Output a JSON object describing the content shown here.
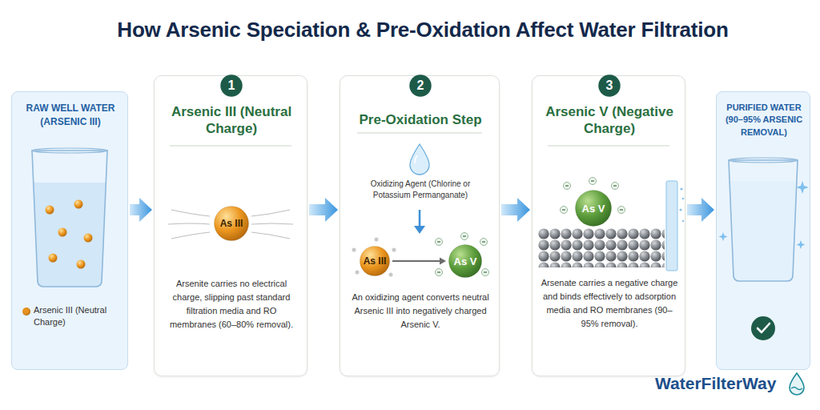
{
  "diagram": {
    "title": "How Arsenic Speciation & Pre-Oxidation Affect Water Filtration",
    "nodes": [
      {
        "text": [
          "RAW WELL WATER (ARSENIC III)"
        ]
      },
      {
        "text": [
          "Arsenic III (Neutral Charge)",
          "Arsenite carries no electrical charge, slipping past standard filtration media and RO membranes (60–80% removal)."
        ]
      },
      {
        "text": [
          "1"
        ],
        "in": 1
      },
      {
        "text": [
          "As III"
        ],
        "in": 1
      },
      {
        "text": [
          "Pre-Oxidation Step",
          "Oxidizing Agent (Chlorine or Potassium Permanganate)",
          "An oxidizing agent converts neutral Arsenic III into negatively charged Arsenic V."
        ]
      },
      {
        "text": [
          "2"
        ],
        "in": 4
      },
      {
        "text": [
          "As III"
        ],
        "in": 4
      },
      {
        "text": [
          "As V"
        ],
        "in": 4
      },
      {
        "text": [
          "Arsenic V (Negative Charge)",
          "Arsenate carries a negative charge and binds effectively to adsorption media and RO membranes (90–95% removal)."
        ]
      },
      {
        "text": [
          "3"
        ],
        "in": 8
      },
      {
        "text": [
          "As V"
        ],
        "in": 8
      },
      {
        "text": [
          "PURIFIED WATER (90–95% ARSENIC REMOVAL)"
        ]
      }
    ],
    "edges": [
      {
        "from": 0,
        "to": 1,
        "arrow": "to"
      },
      {
        "from": 1,
        "to": 4,
        "arrow": "to"
      },
      {
        "from": 4,
        "to": 8,
        "arrow": "to"
      },
      {
        "from": 8,
        "to": 11,
        "arrow": "to"
      },
      {
        "from": 6,
        "to": 7,
        "arrow": "to"
      }
    ],
    "labels": [
      "WaterFilterWay"
    ],
    "legend": [
      {
        "text": "Arsenic III (Neutral Charge)",
        "color": "#e8921c"
      }
    ]
  }
}
